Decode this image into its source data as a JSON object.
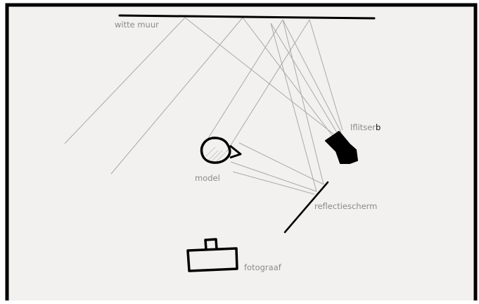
{
  "labels": {
    "wall": "witte muur",
    "flash_prefix": "lflitser",
    "flash_suffix": "b",
    "model": "model",
    "reflector": "reflectiescherm",
    "photographer": "fotograaf"
  },
  "colors": {
    "frame": "#000000",
    "background": "#f2f1ef",
    "ray": "#a9a9a9",
    "label": "#8a8a8a",
    "ink": "#111111"
  },
  "icons": {
    "flash": "flash-unit-icon",
    "model": "head-icon",
    "camera": "camera-icon"
  }
}
